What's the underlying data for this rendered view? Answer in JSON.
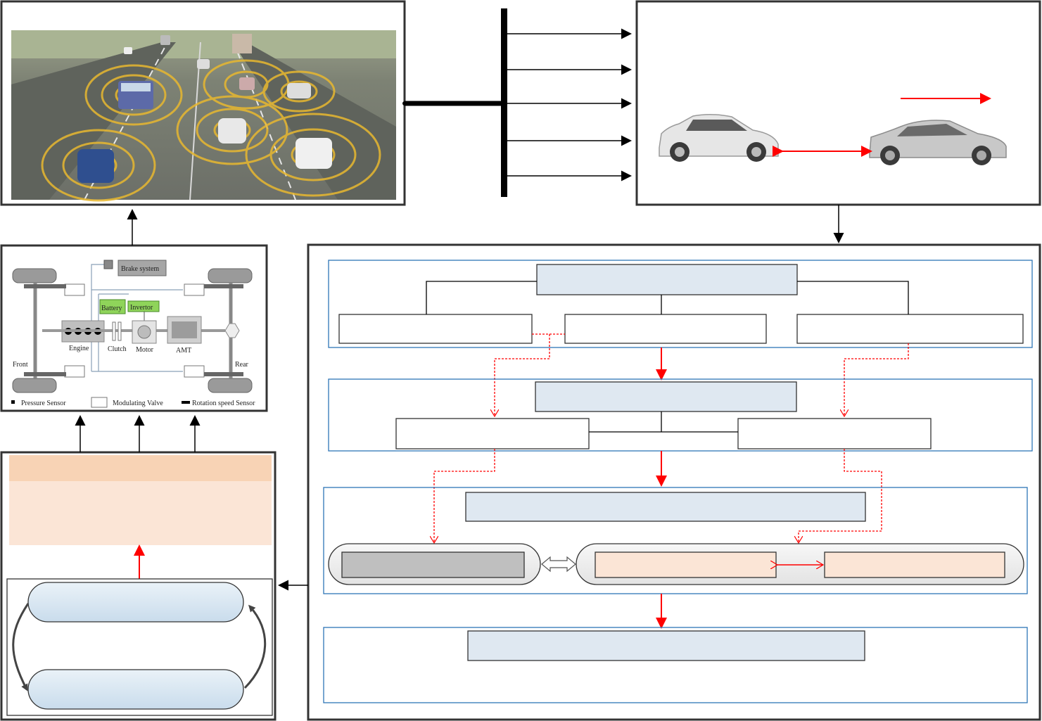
{
  "powertrain": {
    "brake_system": "Brake system",
    "battery": "Battery",
    "inverter": "Invertor",
    "engine": "Engine",
    "clutch": "Clutch",
    "motor": "Motor",
    "amt": "AMT",
    "front": "Front",
    "rear": "Rear",
    "legend": {
      "pressure_sensor": "Pressure Sensor",
      "modulating_valve": "Modulating Valve",
      "rotation_speed_sensor": "Rotation speed Sensor"
    }
  },
  "colors": {
    "frame": "#333333",
    "blue_box": "#2e75b6",
    "light_blue_fill": "#dfe8f1",
    "peach_fill": "#fbe5d6",
    "peach_header": "#f8d3b5",
    "red_arrow": "#ff0000",
    "gray_fill": "#bfbfbf",
    "road_yellow": "#e8b830"
  }
}
